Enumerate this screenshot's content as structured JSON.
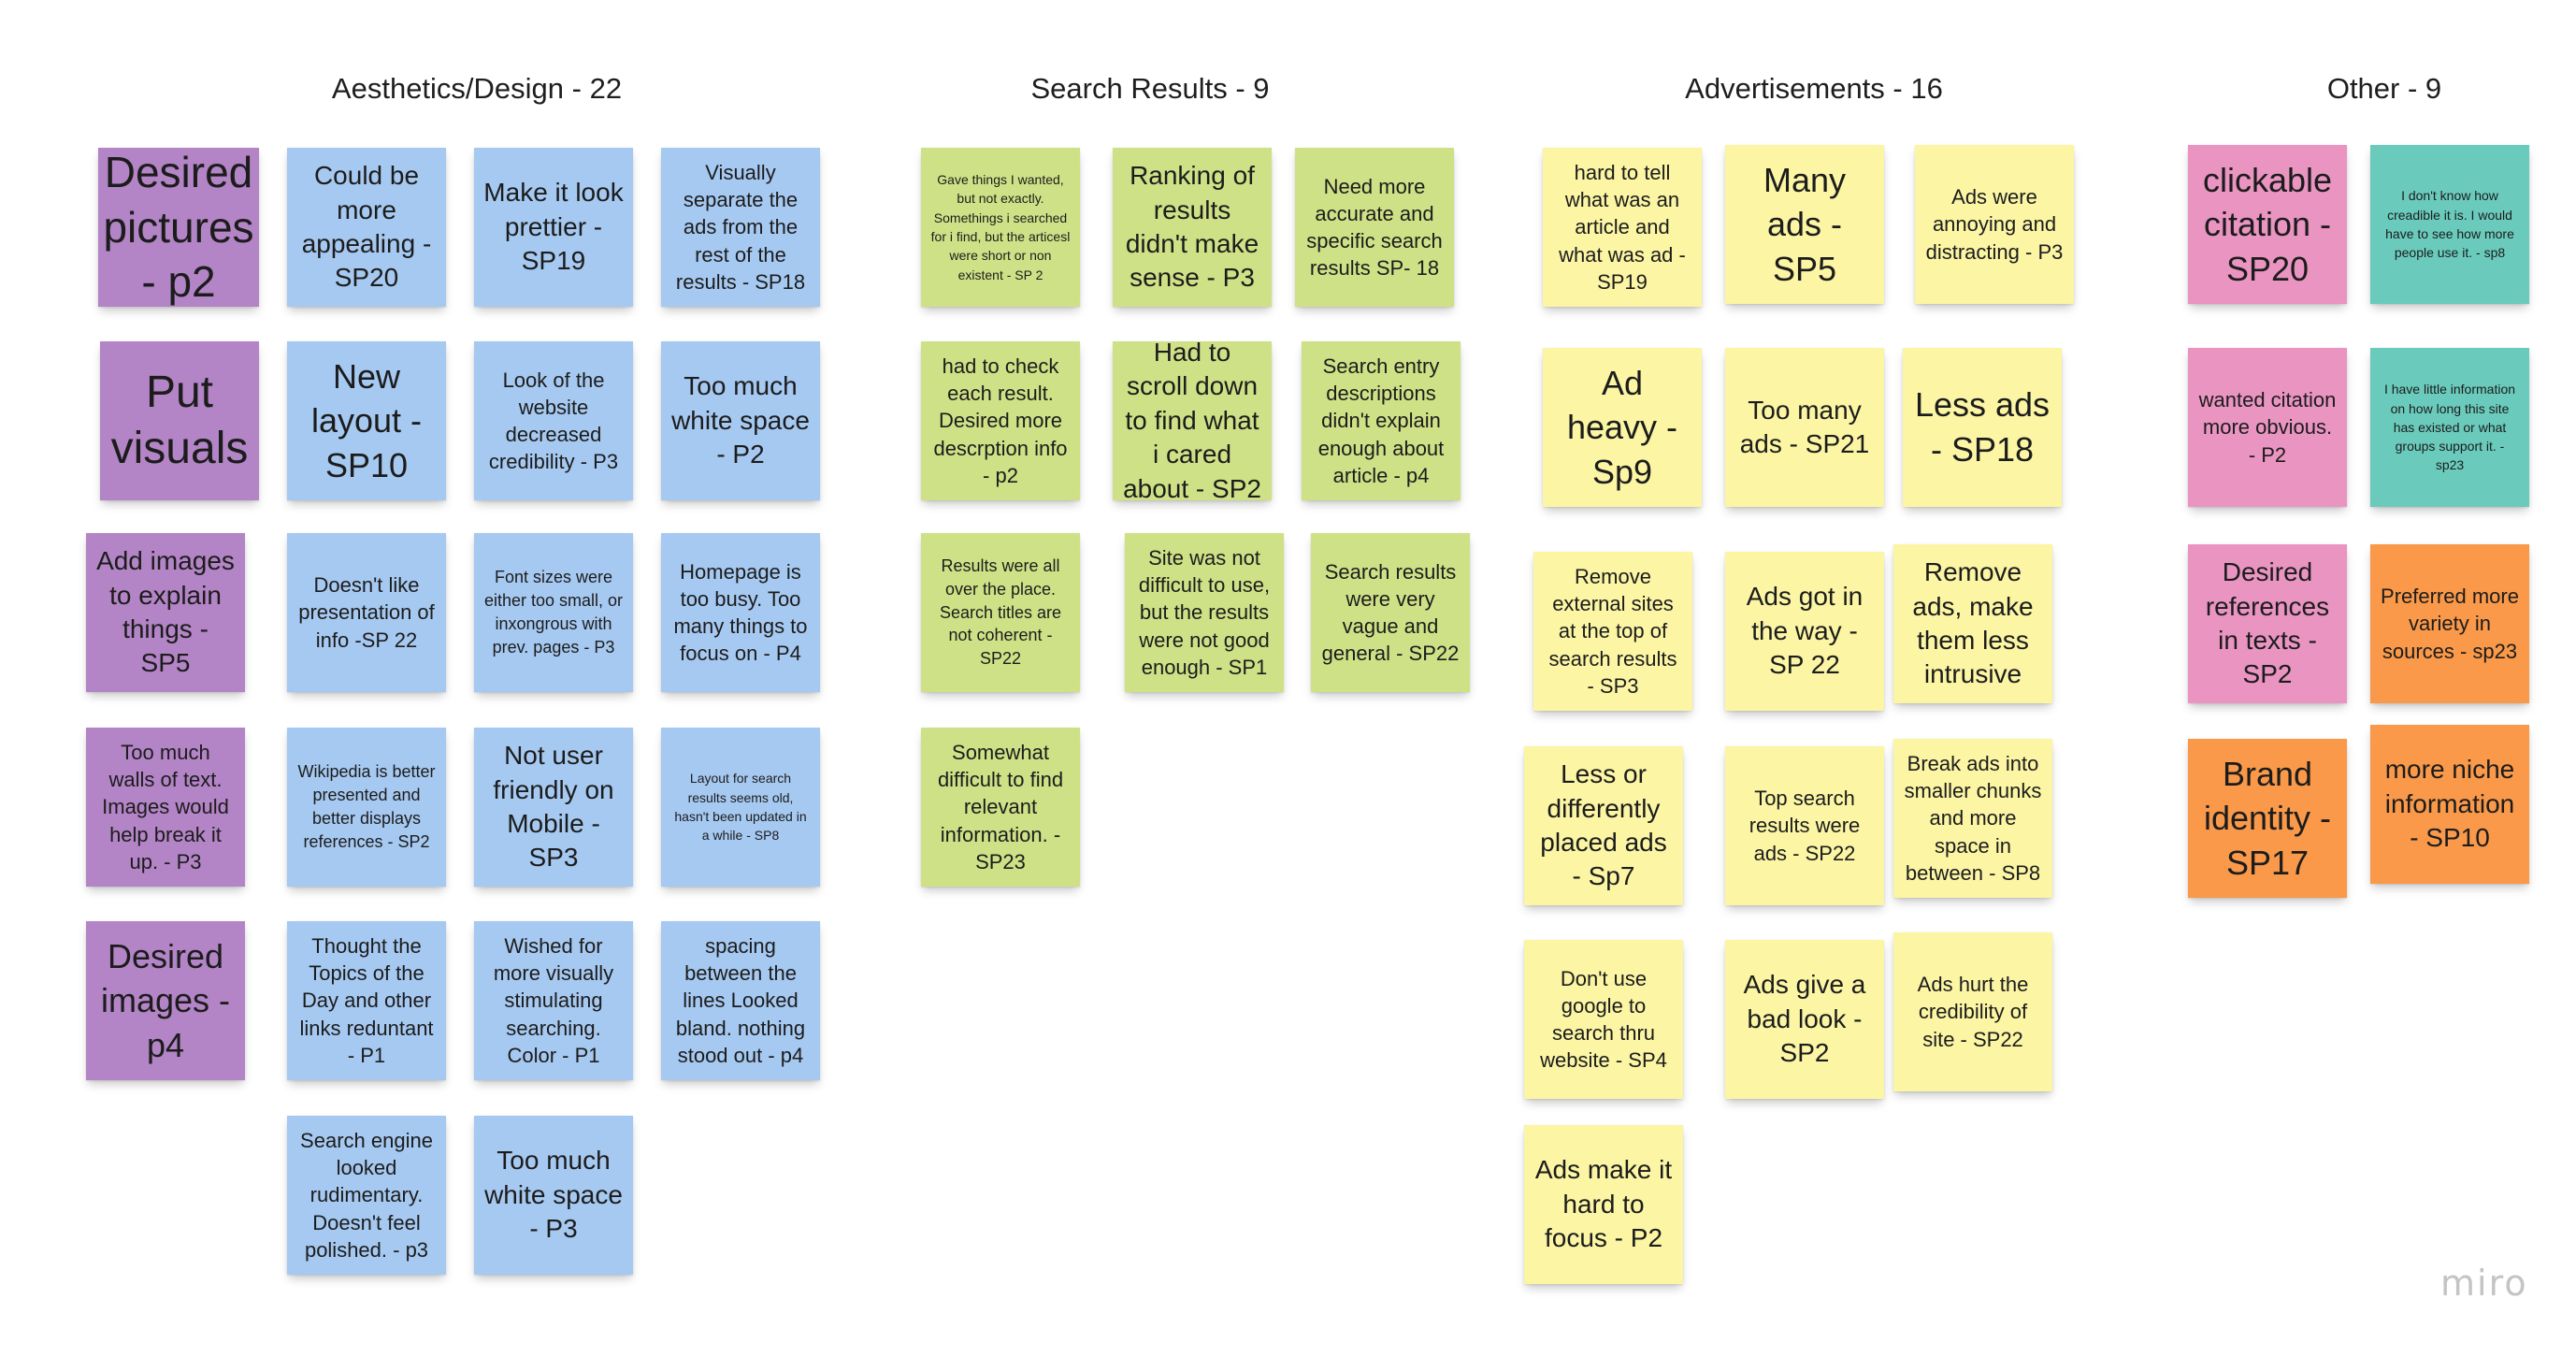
{
  "board": {
    "columns": [
      {
        "title": "Aesthetics/Design - 22"
      },
      {
        "title": "Search Results - 9"
      },
      {
        "title": "Advertisements - 16"
      },
      {
        "title": "Other - 9"
      }
    ]
  },
  "notes": {
    "aesthetics": [
      {
        "text": "Desired pictures - p2",
        "color": "#b384c6"
      },
      {
        "text": "Could be more appealing - SP20",
        "color": "#a6c9f1"
      },
      {
        "text": "Make it look prettier - SP19",
        "color": "#a6c9f1"
      },
      {
        "text": "Visually separate the ads from the rest of the results - SP18",
        "color": "#a6c9f1"
      },
      {
        "text": "Put visuals",
        "color": "#b384c6"
      },
      {
        "text": "New layout - SP10",
        "color": "#a6c9f1"
      },
      {
        "text": "Look of the website decreased credibility - P3",
        "color": "#a6c9f1"
      },
      {
        "text": "Too much white space - P2",
        "color": "#a6c9f1"
      },
      {
        "text": "Add images to explain things - SP5",
        "color": "#b384c6"
      },
      {
        "text": "Doesn't like presentation of info -SP 22",
        "color": "#a6c9f1"
      },
      {
        "text": "Font sizes were either too small, or inxongrous with prev. pages - P3",
        "color": "#a6c9f1"
      },
      {
        "text": "Homepage is too busy. Too many things to focus on - P4",
        "color": "#a6c9f1"
      },
      {
        "text": "Too much walls of text. Images would help break it up. - P3",
        "color": "#b384c6"
      },
      {
        "text": "Wikipedia is better presented and better displays references - SP2",
        "color": "#a6c9f1"
      },
      {
        "text": "Not user friendly on Mobile - SP3",
        "color": "#a6c9f1"
      },
      {
        "text": "Layout for search results seems old, hasn't been updated in a while - SP8",
        "color": "#a6c9f1"
      },
      {
        "text": "Desired images - p4",
        "color": "#b384c6"
      },
      {
        "text": "Thought the Topics of the Day and other links reduntant - P1",
        "color": "#a6c9f1"
      },
      {
        "text": "Wished for more visually stimulating searching. Color - P1",
        "color": "#a6c9f1"
      },
      {
        "text": "spacing between the lines Looked bland. nothing stood out - p4",
        "color": "#a6c9f1"
      },
      {
        "text": "Search engine looked rudimentary. Doesn't feel polished. - p3",
        "color": "#a6c9f1"
      },
      {
        "text": "Too much white space - P3",
        "color": "#a6c9f1"
      }
    ],
    "search": [
      {
        "text": "Gave things I wanted, but not exactly. Somethings i searched for i find, but the articesl were short or non existent - SP 2",
        "color": "#cfe186"
      },
      {
        "text": "Ranking of results didn't make sense - P3",
        "color": "#cfe186"
      },
      {
        "text": "Need more accurate and specific search results SP- 18",
        "color": "#cfe186"
      },
      {
        "text": "had to check each result. Desired more descrption info - p2",
        "color": "#cfe186"
      },
      {
        "text": "Had to scroll down to find what i cared about - SP2",
        "color": "#cfe186"
      },
      {
        "text": "Search entry descriptions didn't explain enough about article - p4",
        "color": "#cfe186"
      },
      {
        "text": "Results were all over the place. Search titles are not coherent - SP22",
        "color": "#cfe186"
      },
      {
        "text": "Site was not difficult to use, but the results were not good enough - SP1",
        "color": "#cfe186"
      },
      {
        "text": "Search results were very vague and general - SP22",
        "color": "#cfe186"
      },
      {
        "text": "Somewhat difficult to find relevant information. - SP23",
        "color": "#cfe186"
      }
    ],
    "ads": [
      {
        "text": "hard to tell what was an article and what was ad - SP19",
        "color": "#fbf5a4"
      },
      {
        "text": "Many ads - SP5",
        "color": "#fbf5a4"
      },
      {
        "text": "Ads were annoying and distracting - P3",
        "color": "#fbf5a4"
      },
      {
        "text": "Ad heavy - Sp9",
        "color": "#fbf5a4"
      },
      {
        "text": "Too many ads - SP21",
        "color": "#fbf5a4"
      },
      {
        "text": "Less ads - SP18",
        "color": "#fbf5a4"
      },
      {
        "text": "Remove external sites at the top of search results - SP3",
        "color": "#fbf5a4"
      },
      {
        "text": "Ads got in the way - SP 22",
        "color": "#fbf5a4"
      },
      {
        "text": "Remove ads, make them less intrusive",
        "color": "#fbf5a4"
      },
      {
        "text": "Less or differently placed ads - Sp7",
        "color": "#fbf5a4"
      },
      {
        "text": "Top search results were ads - SP22",
        "color": "#fbf5a4"
      },
      {
        "text": "Break ads into smaller chunks and more space in between - SP8",
        "color": "#fbf5a4"
      },
      {
        "text": "Don't use google to search thru website - SP4",
        "color": "#fbf5a4"
      },
      {
        "text": "Ads give a bad look - SP2",
        "color": "#fbf5a4"
      },
      {
        "text": "Ads hurt the credibility of site - SP22",
        "color": "#fbf5a4"
      },
      {
        "text": "Ads make it hard to focus - P2",
        "color": "#fbf5a4"
      }
    ],
    "other": [
      {
        "text": "clickable citation - SP20",
        "color": "#ea94c2"
      },
      {
        "text": "I don't know how creadible it is. I would have to see how more people use it. - sp8",
        "color": "#6acbbc"
      },
      {
        "text": "wanted citation more obvious. - P2",
        "color": "#ea94c2"
      },
      {
        "text": "I have little information on how long this site has existed or what groups support it. - sp23",
        "color": "#6acbbc"
      },
      {
        "text": "Desired references in texts - SP2",
        "color": "#ea94c2"
      },
      {
        "text": "Preferred more variety in sources - sp23",
        "color": "#f99949"
      },
      {
        "text": "Brand identity - SP17",
        "color": "#f99949"
      },
      {
        "text": "more niche information - SP10",
        "color": "#f99949"
      }
    ]
  },
  "brand": {
    "logo_text": "miro"
  }
}
